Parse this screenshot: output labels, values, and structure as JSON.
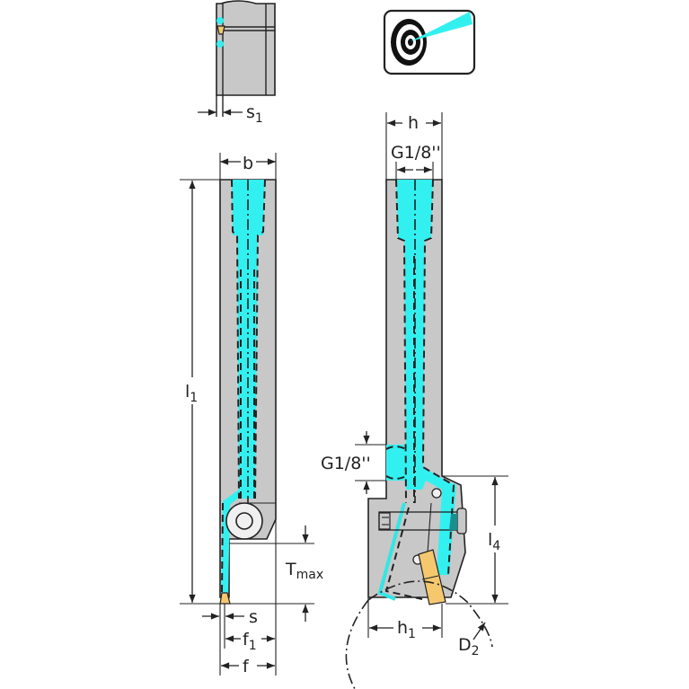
{
  "drawing": {
    "type": "Grooving/parting tool holder with internal coolant - dimension diagram",
    "icon": {
      "name": "coolant-target-icon",
      "description": "target with coolant jet"
    },
    "colors": {
      "body": "#c8c8c8",
      "coolant": "#33f0f0",
      "insert": "#f5c86e",
      "lines": "#222222"
    },
    "labels": {
      "s1_main": "s",
      "s1_sub": "1",
      "b": "b",
      "l1_main": "l",
      "l1_sub": "1",
      "tmax_main": "T",
      "tmax_sub": "max",
      "s": "s",
      "f1_main": "f",
      "f1_sub": "1",
      "f": "f",
      "h": "h",
      "g18_top": "G1/8''",
      "g18_side": "G1/8''",
      "l4_main": "l",
      "l4_sub": "4",
      "h1_main": "h",
      "h1_sub": "1",
      "d2_main": "D",
      "d2_sub": "2"
    }
  }
}
